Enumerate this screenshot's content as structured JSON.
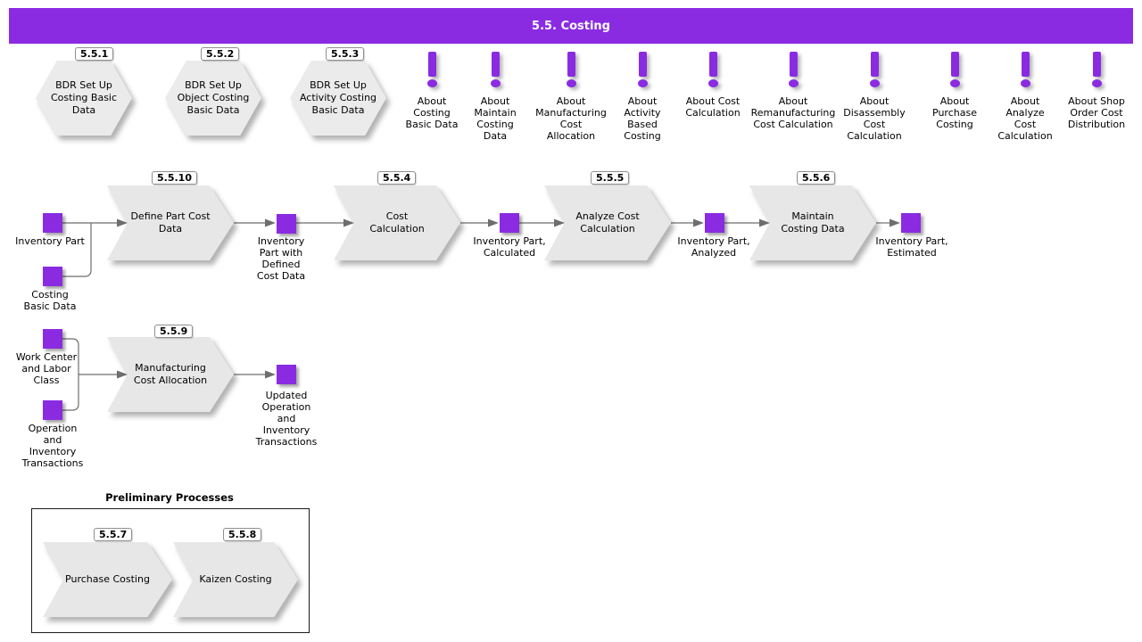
{
  "header": {
    "title": "5.5. Costing"
  },
  "colors": {
    "accent": "#8a2be2",
    "shape_fill": "#e7e7e7",
    "line": "#6e6e6e"
  },
  "hexagons": [
    {
      "badge": "5.5.1",
      "label": "BDR Set Up\nCosting Basic\nData"
    },
    {
      "badge": "5.5.2",
      "label": "BDR Set Up\nObject Costing\nBasic Data"
    },
    {
      "badge": "5.5.3",
      "label": "BDR Set Up\nActivity Costing\nBasic Data"
    }
  ],
  "about_items": [
    {
      "label": "About\nCosting\nBasic Data"
    },
    {
      "label": "About\nMaintain\nCosting\nData"
    },
    {
      "label": "About\nManufacturing\nCost\nAllocation"
    },
    {
      "label": "About\nActivity\nBased\nCosting"
    },
    {
      "label": "About Cost\nCalculation"
    },
    {
      "label": "About\nRemanufacturing\nCost Calculation"
    },
    {
      "label": "About\nDisassembly\nCost\nCalculation"
    },
    {
      "label": "About\nPurchase\nCosting"
    },
    {
      "label": "About\nAnalyze\nCost\nCalculation"
    },
    {
      "label": "About Shop\nOrder Cost\nDistribution"
    }
  ],
  "flow1": {
    "inputs": [
      {
        "label": "Inventory Part"
      },
      {
        "label": "Costing\nBasic Data"
      }
    ],
    "steps": [
      {
        "badge": "5.5.10",
        "label": "Define Part Cost\nData"
      },
      {
        "badge": "5.5.4",
        "label": "Cost\nCalculation"
      },
      {
        "badge": "5.5.5",
        "label": "Analyze Cost\nCalculation"
      },
      {
        "badge": "5.5.6",
        "label": "Maintain\nCosting Data"
      }
    ],
    "artifacts": [
      {
        "label": "Inventory\nPart with\nDefined\nCost Data"
      },
      {
        "label": "Inventory Part,\nCalculated"
      },
      {
        "label": "Inventory Part,\nAnalyzed"
      },
      {
        "label": "Inventory Part,\nEstimated"
      }
    ]
  },
  "flow2": {
    "inputs": [
      {
        "label": "Work Center\nand Labor\nClass"
      },
      {
        "label": "Operation\nand\nInventory\nTransactions"
      }
    ],
    "step": {
      "badge": "5.5.9",
      "label": "Manufacturing\nCost Allocation"
    },
    "output": {
      "label": "Updated\nOperation\nand\nInventory\nTransactions"
    }
  },
  "preliminary": {
    "title": "Preliminary Processes",
    "steps": [
      {
        "badge": "5.5.7",
        "label": "Purchase Costing"
      },
      {
        "badge": "5.5.8",
        "label": "Kaizen Costing"
      }
    ]
  }
}
